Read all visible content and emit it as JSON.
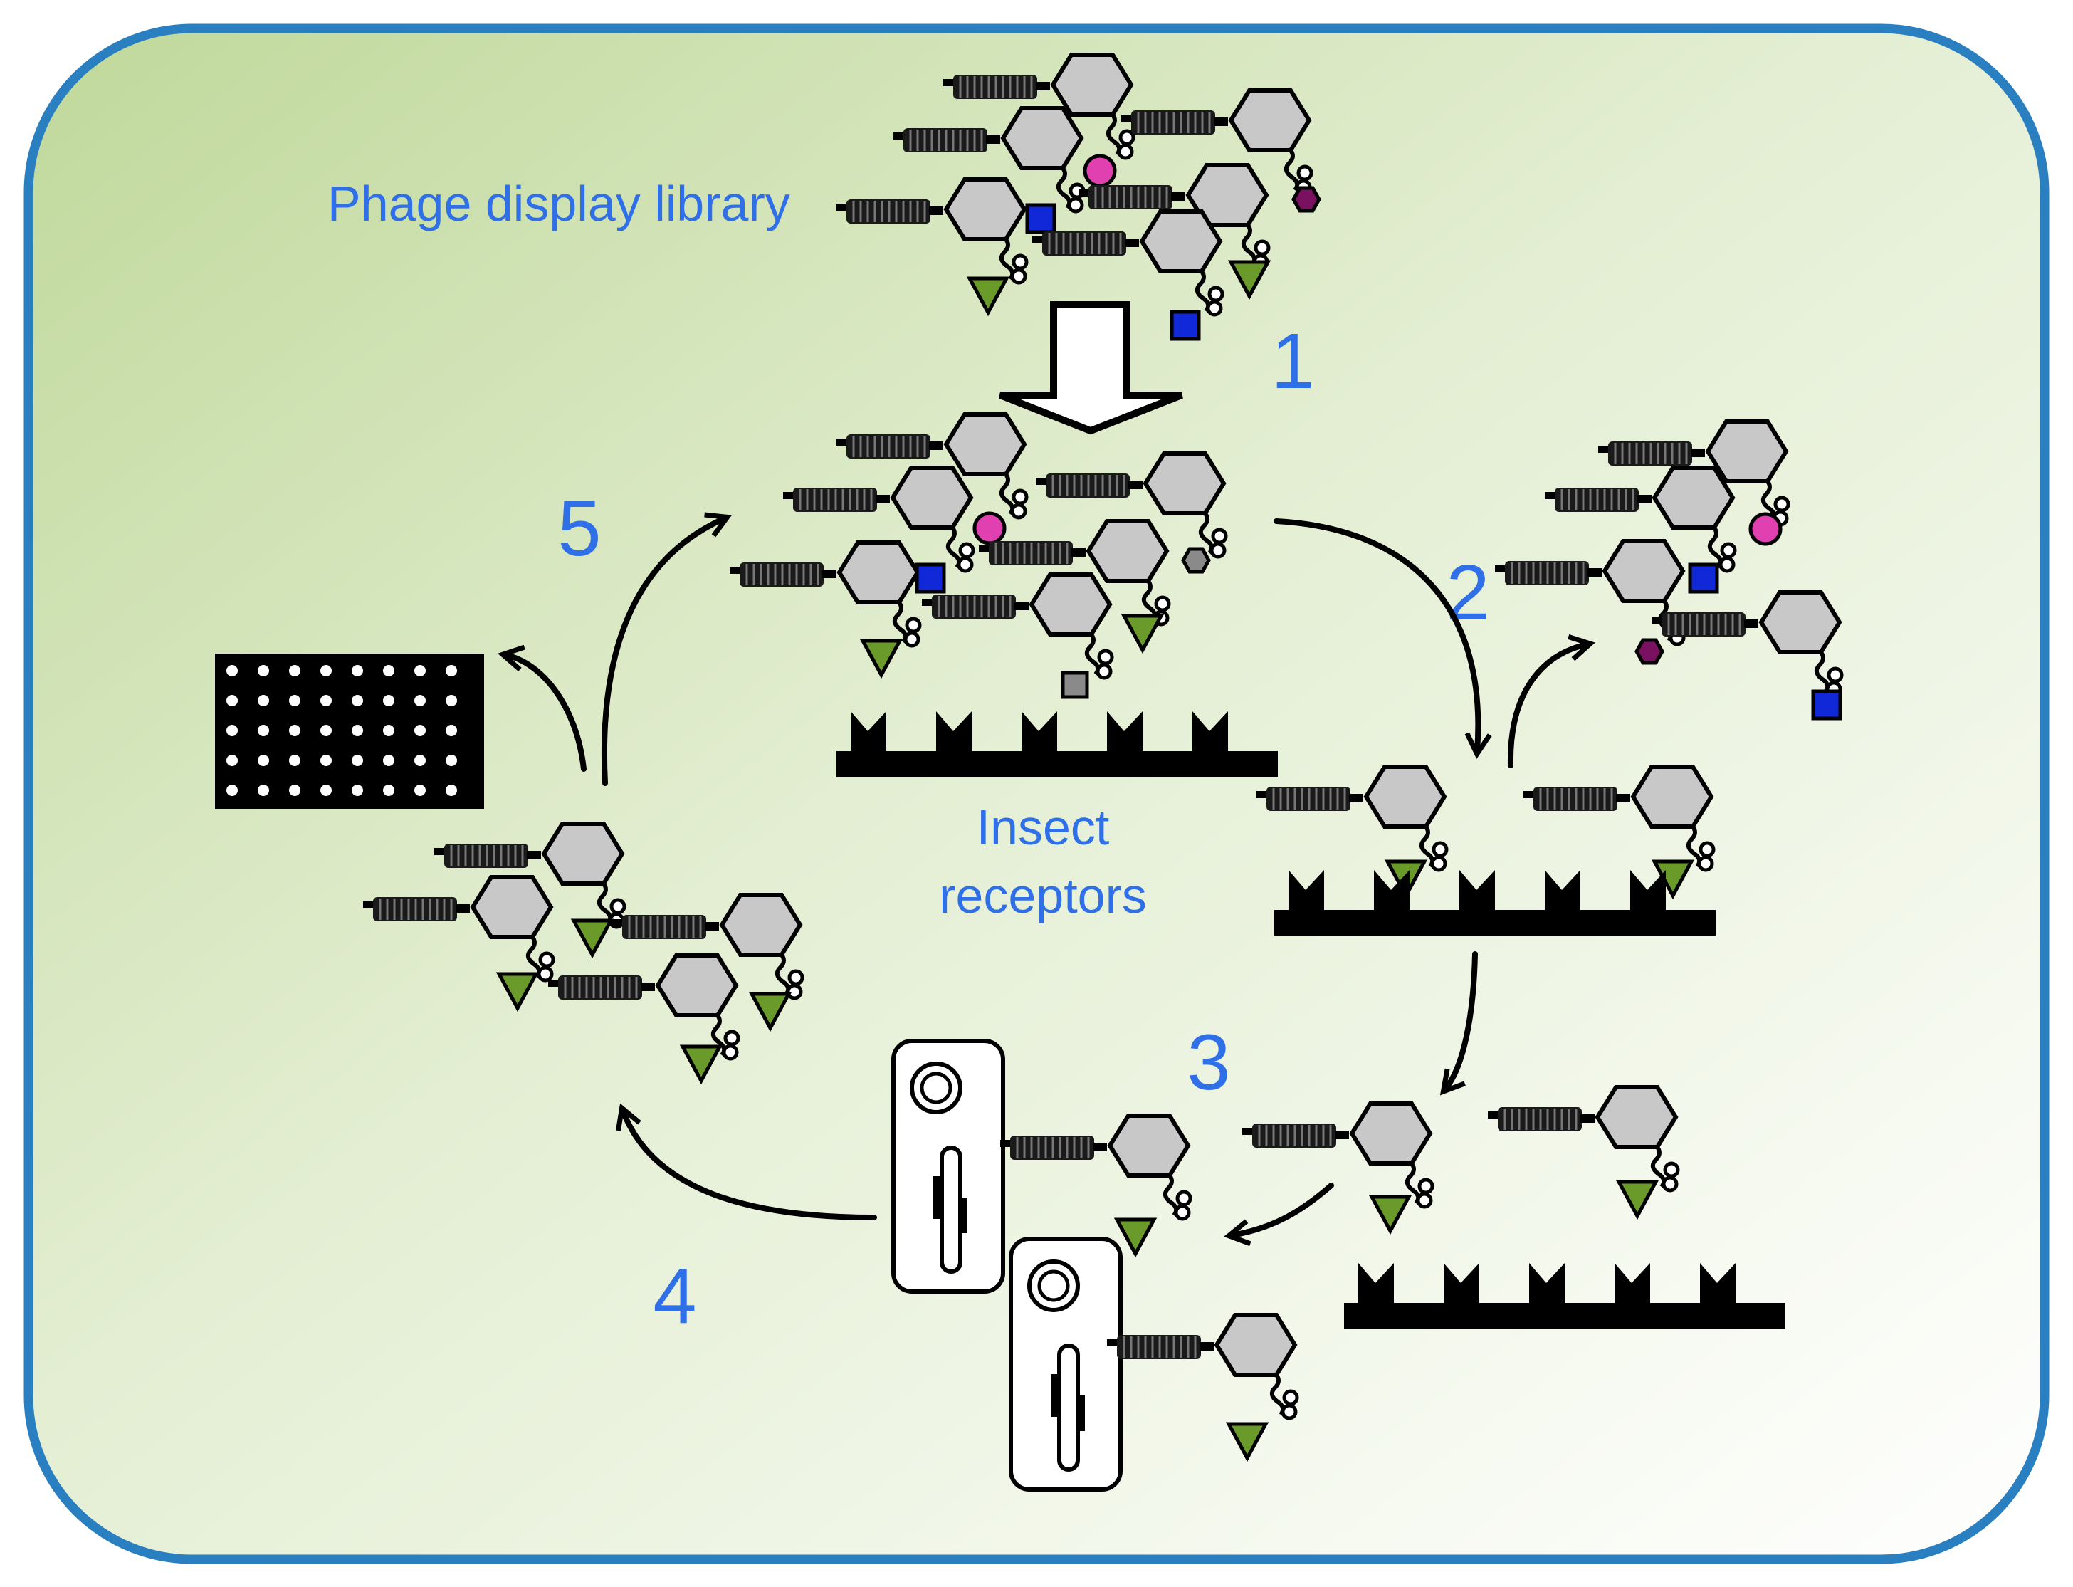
{
  "labels": {
    "library": "Phage display library",
    "receptors_line1": "Insect",
    "receptors_line2": "receptors"
  },
  "steps": [
    "1",
    "2",
    "3",
    "4",
    "5"
  ],
  "colors": {
    "frame_border": "#2a7fc1",
    "background_top_left": "#c3dba0",
    "background_bottom_right": "#ffffff",
    "label_text": "#2f6fe8",
    "phage_head": "#c8c8c8",
    "peptide_green_triangle": "#6a9a2a",
    "peptide_pink_circle": "#e040b0",
    "peptide_blue_square": "#1028d8",
    "peptide_purple_hexagon": "#7a1060",
    "peptide_gray": "#8a8a8a"
  }
}
